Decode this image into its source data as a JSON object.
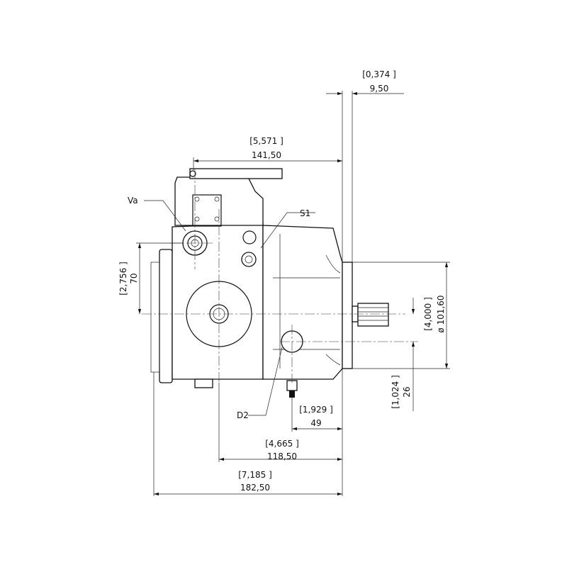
{
  "drawing": {
    "labels": {
      "va": "Va",
      "s1": "S1",
      "d2": "D2"
    },
    "dimensions": {
      "flange_offset": {
        "inch": "[0,374 ]",
        "mm": "9,50"
      },
      "control_length": {
        "inch": "[5,571 ]",
        "mm": "141,50"
      },
      "va_height": {
        "inch": "[2,756 ]",
        "mm": "70"
      },
      "pilot_diameter": {
        "inch": "[4,000 ]",
        "mm": "ø 101,60"
      },
      "drain_height": {
        "inch": "[1,024 ]",
        "mm": "26"
      },
      "drain_distance": {
        "inch": "[1,929 ]",
        "mm": "49"
      },
      "center_distance": {
        "inch": "[4,665 ]",
        "mm": "118,50"
      },
      "overall_length": {
        "inch": "[7,185 ]",
        "mm": "182,50"
      }
    }
  }
}
